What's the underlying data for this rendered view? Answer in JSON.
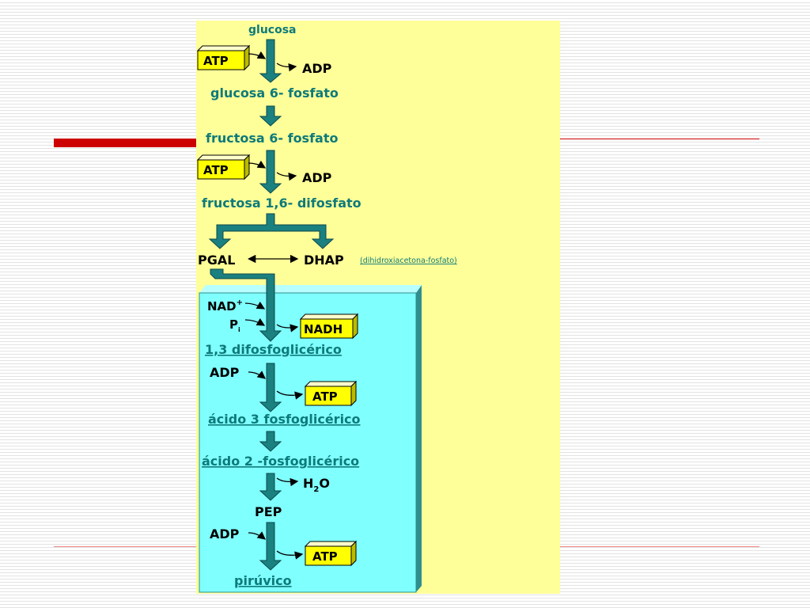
{
  "colors": {
    "panel_yellow": "#ffff99",
    "panel_cyan": "#80ffff",
    "arrow_teal": "#1b8080",
    "atp_yellow": "#ffff00",
    "label_teal": "#0e7a7a",
    "slide_red": "#cc0000"
  },
  "diagram": {
    "glucosa": "glucosa",
    "atp_1": "ATP",
    "adp_1": "ADP",
    "glucosa_6_fosfato": "glucosa 6- fosfato",
    "fructosa_6_fosfato": "fructosa 6- fosfato",
    "atp_2": "ATP",
    "adp_2": "ADP",
    "fructosa_16_difosfato": "fructosa 1,6- difosfato",
    "pgal": "PGAL",
    "dhap": "DHAP",
    "dhap_note": "(dihidroxiacetona-fosfato)",
    "nad": "NAD",
    "nad_sup": "+",
    "pi": "P",
    "pi_sub": "i",
    "nadh": "NADH",
    "difosfoglicerico": "1,3 difosfoglicérico",
    "adp_3": "ADP",
    "atp_3": "ATP",
    "acido_3": "ácido 3 fosfoglicérico",
    "acido_2": "ácido 2 -fosfoglicérico",
    "h2o_h": "H",
    "h2o_sub": "2",
    "h2o_o": "O",
    "pep": "PEP",
    "adp_4": "ADP",
    "atp_4": "ATP",
    "piruvico": "pirúvico"
  }
}
